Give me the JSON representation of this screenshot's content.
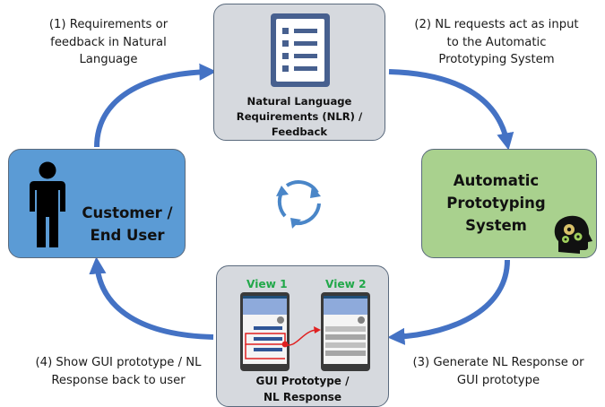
{
  "captions": {
    "step1": "(1) Requirements or\nfeedback in Natural\nLanguage",
    "step2": "(2) NL requests act as input\nto the Automatic\nPrototyping System",
    "step3": "(3) Generate NL Response or\nGUI prototype",
    "step4": "(4) Show GUI prototype / NL\nResponse back to user"
  },
  "nodes": {
    "nlr": "Natural Language\nRequirements (NLR) /\nFeedback",
    "automatic": "Automatic\nPrototyping\nSystem",
    "customer": "Customer /\nEnd User",
    "gui": "GUI Prototype /\nNL Response"
  },
  "views": {
    "view1": "View 1",
    "view2": "View 2"
  },
  "icons": {
    "nlr": "checklist-document-icon",
    "automatic": "head-with-gears-icon",
    "customer": "person-silhouette-icon",
    "center": "refresh-cycle-icon"
  },
  "colors": {
    "nlr_fill": "#d6d9de",
    "automatic_fill": "#a9d18e",
    "customer_fill": "#5b9bd5",
    "gui_fill": "#d6d9de",
    "arrow": "#4472c4",
    "view_label": "#22a84a",
    "transition": "#e02020"
  }
}
